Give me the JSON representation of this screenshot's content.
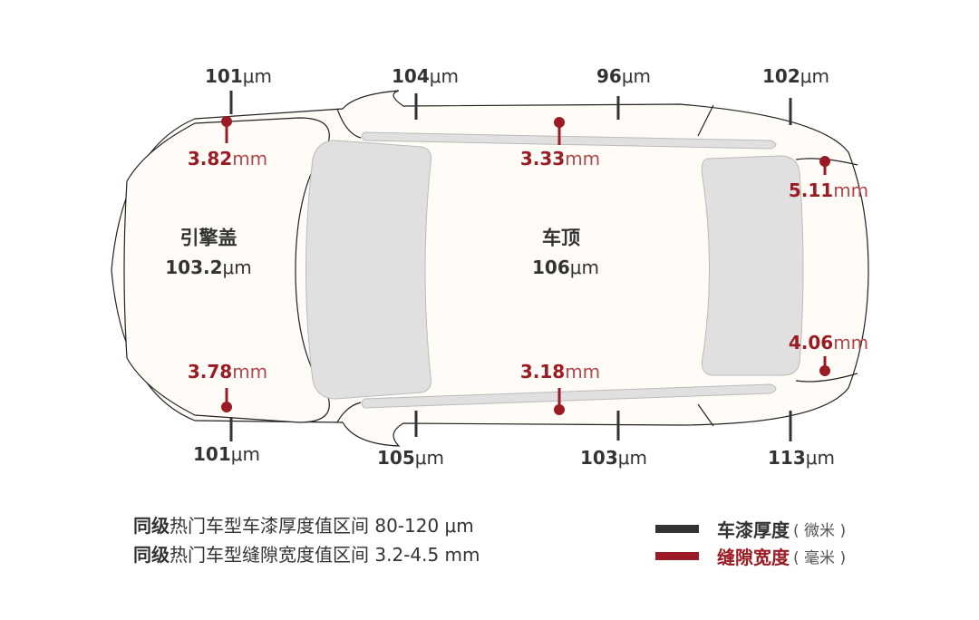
{
  "colors": {
    "thickness": "#333333",
    "gap": "#9b1b24",
    "body": "#fffcf7",
    "glass": "#e0e0e0"
  },
  "units": {
    "um": "μm",
    "mm": "mm"
  },
  "panels": {
    "hood": {
      "name": "引擎盖",
      "value": "103.2"
    },
    "roof": {
      "name": "车顶",
      "value": "106"
    }
  },
  "thickness_top": [
    "101",
    "104",
    "96",
    "102"
  ],
  "thickness_bottom": [
    "101",
    "105",
    "103",
    "113"
  ],
  "gaps": {
    "hood_top": "3.82",
    "roof_top": "3.33",
    "rear_top": "5.11",
    "rear_bottom": "4.06",
    "hood_bottom": "3.78",
    "roof_bottom": "3.18"
  },
  "notes": {
    "line1_bold": "同级",
    "line1_rest": "热门车型车漆厚度值区间 80-120 μm",
    "line2_bold": "同级",
    "line2_rest": "热门车型缝隙宽度值区间 3.2-4.5 mm"
  },
  "legend": [
    {
      "name": "车漆厚度",
      "unit": "( 微米 )"
    },
    {
      "name": "缝隙宽度",
      "unit": "( 毫米 )"
    }
  ]
}
